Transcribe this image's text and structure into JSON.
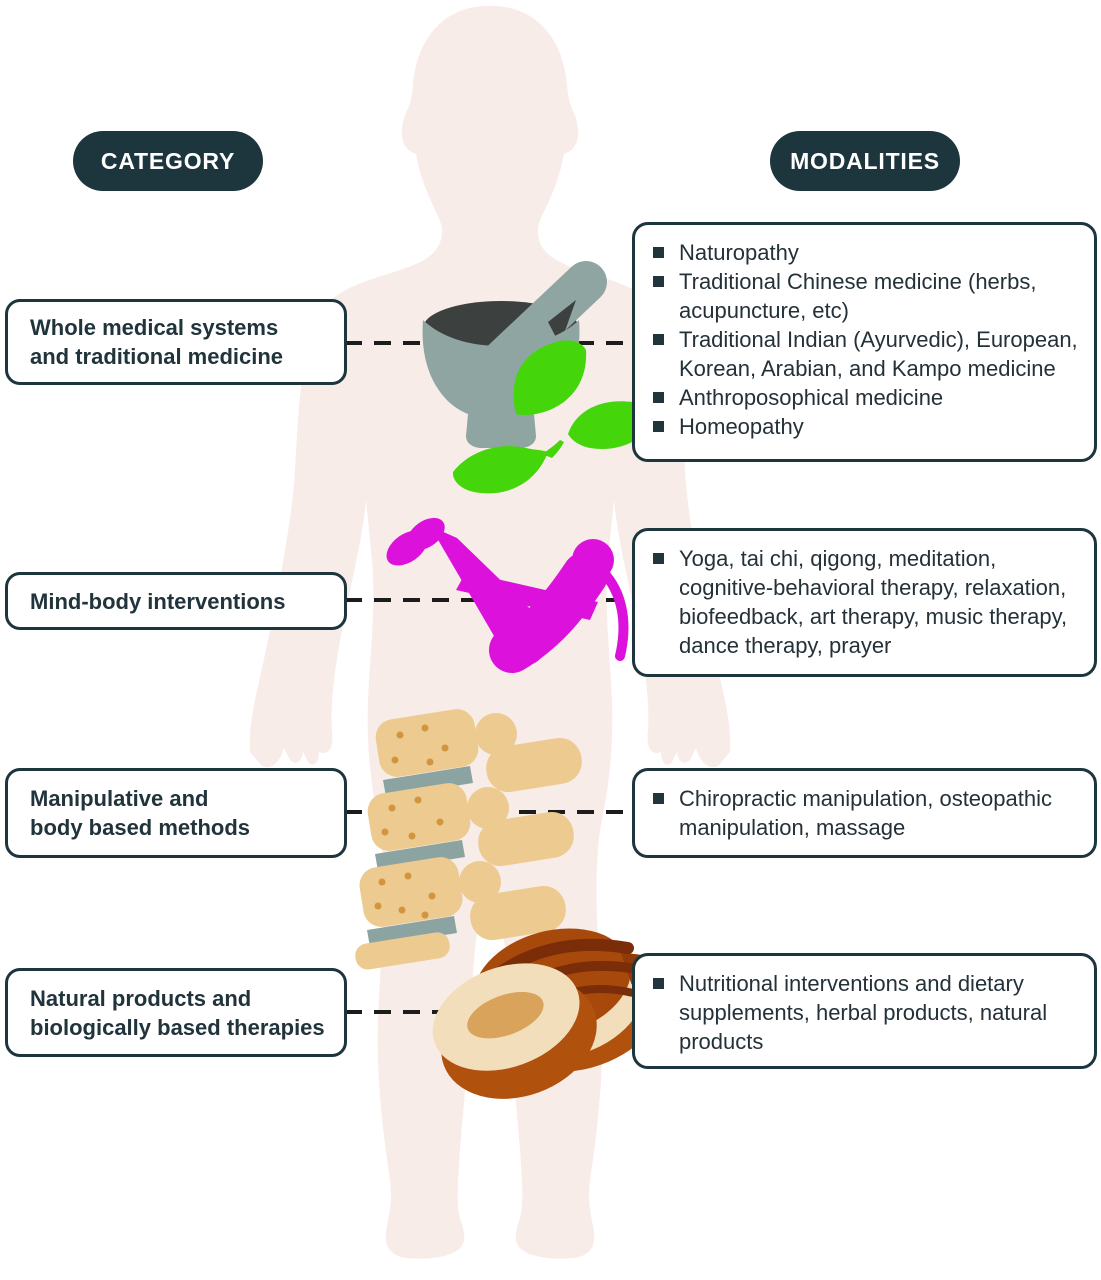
{
  "headers": {
    "category": "CATEGORY",
    "modalities": "MODALITIES"
  },
  "colors": {
    "pill_bg": "#1d353c",
    "box_border": "#1d353c",
    "text_dark": "#21343b",
    "body_silhouette": "#f8ece9",
    "connector": "#1c1c1c",
    "mortar_gray": "#8fa5a1",
    "mortar_interior": "#3c4140",
    "leaf_green": "#44d60a",
    "yoga_magenta": "#dc12dc",
    "spine_tan": "#edca90",
    "spine_disc_gray": "#8ba4a1",
    "spine_speckle": "#d2953f",
    "nut_brown": "#b0520e",
    "nut_dark_brown": "#7a2d08",
    "nut_cream": "#f3debb",
    "nut_kernel": "#d9a35b"
  },
  "rows": [
    {
      "icon": "mortar-pestle-icon",
      "category_lines": [
        "Whole medical systems",
        "and traditional medicine"
      ],
      "modalities": [
        "Naturopathy",
        "Traditional Chinese medicine (herbs, acupuncture, etc)",
        "Traditional Indian (Ayurvedic), European, Korean, Arabian, and Kampo medicine",
        "Anthroposophical medicine",
        "Homeopathy"
      ]
    },
    {
      "icon": "yoga-pose-icon",
      "category_lines": [
        "Mind-body interventions"
      ],
      "modalities": [
        "Yoga, tai chi, qigong, meditation, cognitive-behavioral therapy, relaxation, biofeedback, art therapy, music therapy, dance therapy, prayer"
      ]
    },
    {
      "icon": "spine-icon",
      "category_lines": [
        "Manipulative and",
        "body based methods"
      ],
      "modalities": [
        "Chiropractic manipulation, osteopathic manipulation, massage"
      ]
    },
    {
      "icon": "nuts-icon",
      "category_lines": [
        "Natural products and",
        "biologically based therapies"
      ],
      "modalities": [
        "Nutritional interventions and dietary supplements, herbal products, natural products"
      ]
    }
  ]
}
